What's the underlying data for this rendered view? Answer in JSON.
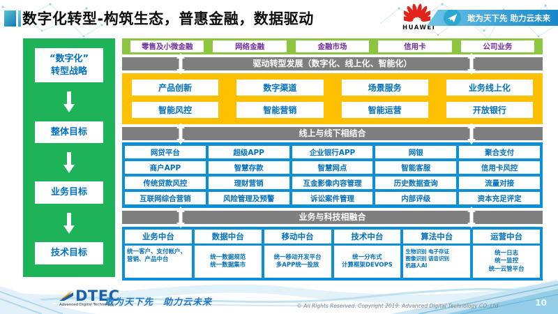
{
  "header": {
    "title": "数字化转型-构筑生态，普惠金融，数据驱动",
    "huawei_wordmark": "HUAWEI",
    "banner_slogan": "敢为天下先 助力云未来"
  },
  "sidebar": {
    "step1_line1": "“数字化”",
    "step1_line2": "转型战略",
    "step2": "整体目标",
    "step3": "业务目标",
    "step4": "技术目标"
  },
  "business_row": {
    "items": [
      "零售及小微金融",
      "网络金融",
      "金融市场",
      "信用卡",
      "公司业务"
    ]
  },
  "bars": {
    "drive": "驱动转型发展（数字化、线上化、智能化）",
    "online_offline": "线上与线下相结合",
    "fusion": "业务与科技相融合"
  },
  "capability_section": {
    "row1": [
      "产品创新",
      "数字渠道",
      "场景服务",
      "业务线上化"
    ],
    "row2": [
      "智能风控",
      "智能营销",
      "智能运营",
      "开放银行"
    ]
  },
  "application_section": {
    "rows": [
      [
        "网贷平台",
        "超级APP",
        "企业银行APP",
        "网银",
        "聚合支付"
      ],
      [
        "商户APP",
        "智慧存款",
        "智慧网点",
        "智能客服",
        "信用卡风控"
      ],
      [
        "传统贷款风控",
        "理财营销",
        "互金影像内容管理",
        "历史数据查询",
        "流量对接"
      ],
      [
        "互联网综合营销",
        "风险管理及预警",
        "诉讼案件管理",
        "内部评级",
        "资本充足评定"
      ]
    ]
  },
  "platform_section": {
    "columns": [
      {
        "title": "业务中台",
        "detail": "统一客户、支付帐户、营销、产品中台"
      },
      {
        "title": "数据中台",
        "detail": "统一数据规范\n统一数据集市"
      },
      {
        "title": "移动中台",
        "detail": "统一移动开发平台\n多APP统一投放"
      },
      {
        "title": "技术中台",
        "detail": "统一分布式\n计算框架DEVOPS"
      },
      {
        "title": "算法中台",
        "detail": "生物识别 电子存证\n图像识别 语音识别\n机器人AI"
      },
      {
        "title": "运营中台",
        "detail": "统一日志\n统一监控\n统一云管平台"
      }
    ]
  },
  "footer": {
    "logo_text": "DTEC",
    "logo_subtext": "Advanced Digital Technology",
    "slogan": "敢为天下先　助力云未来",
    "copyright": "© All Rights Reserved. Copyright 2019. Advanced Digital Technology CO.,Ltd",
    "page_number": "10"
  },
  "colors": {
    "sidebar_green": "#1cb359",
    "light_green": "#8cc63e",
    "gray_bar": "#7f7f7f",
    "gold": "#ffc000",
    "azure": "#0a90d8",
    "blue_text": "#0070c0",
    "purple_text": "#7030a0",
    "huawei_red": "#e2231a",
    "banner_blue": "#1787c9"
  }
}
